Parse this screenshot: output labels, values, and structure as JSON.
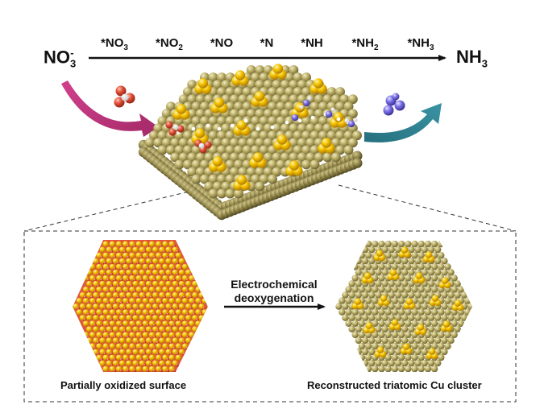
{
  "reaction": {
    "start_main": "NO",
    "start_sub": "3",
    "start_sup": "-",
    "end_main": "NH",
    "end_sub": "3",
    "intermediates": [
      {
        "main": "*NO",
        "sub": "3"
      },
      {
        "main": "*NO",
        "sub": "2"
      },
      {
        "main": "*NO",
        "sub": ""
      },
      {
        "main": "*N",
        "sub": ""
      },
      {
        "main": "*NH",
        "sub": ""
      },
      {
        "main": "*NH",
        "sub": "2"
      },
      {
        "main": "*NH",
        "sub": "3"
      }
    ]
  },
  "inset": {
    "left_caption": "Partially oxidized surface",
    "arrow_line1": "Electrochemical",
    "arrow_line2": "deoxygenation",
    "right_caption": "Reconstructed triatomic Cu cluster"
  },
  "colors": {
    "cu_atom": "#b7aa62",
    "cluster_atom": "#f5c400",
    "oxygen_atom": "#e0543a",
    "nitrogen_atom": "#7d72e8",
    "incoming_arrow": "#c0357d",
    "outgoing_arrow": "#2d7d8e"
  }
}
